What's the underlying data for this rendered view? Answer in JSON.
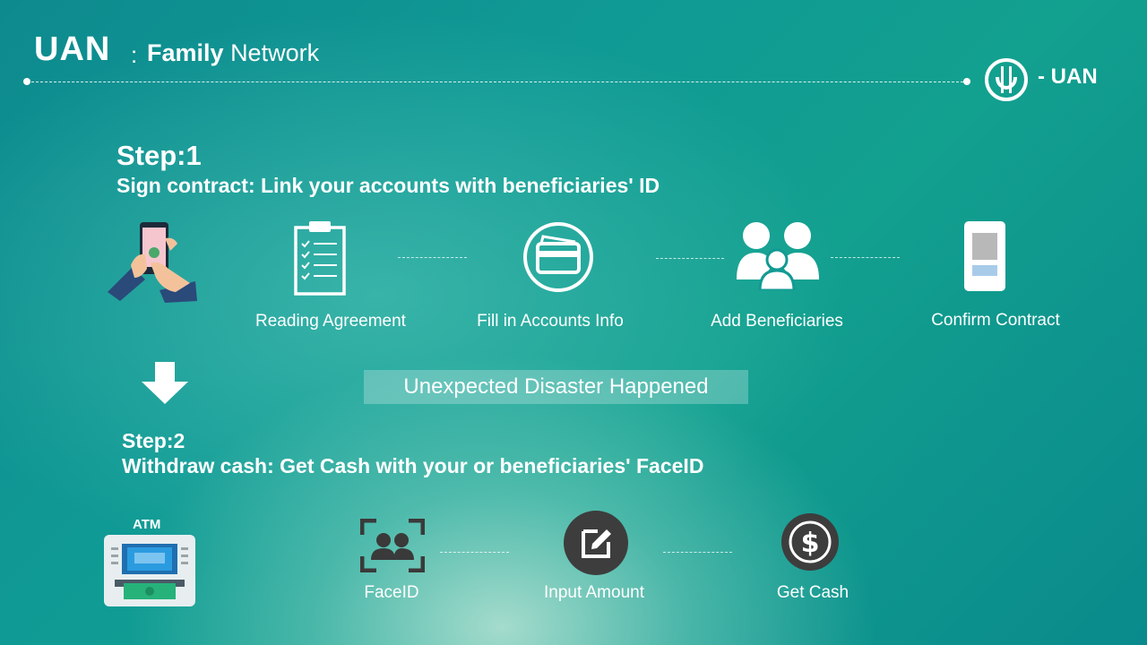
{
  "header": {
    "brand": "UAN",
    "separator": ":",
    "title_bold": "Family",
    "title_rest": "Network",
    "logo_text": "- UAN"
  },
  "step1": {
    "title": "Step:1",
    "subtitle": "Sign contract:  Link your accounts with beneficiaries' ID",
    "items": [
      {
        "label": "Reading Agreement",
        "icon": "clipboard-icon"
      },
      {
        "label": "Fill in Accounts Info",
        "icon": "card-icon"
      },
      {
        "label": "Add Beneficiaries",
        "icon": "family-icon"
      },
      {
        "label": "Confirm Contract",
        "icon": "phone-icon"
      }
    ]
  },
  "banner": "Unexpected Disaster Happened",
  "step2": {
    "title": "Step:2",
    "subtitle": "Withdraw cash: Get Cash with your or beneficiaries' FaceID",
    "atm_label": "ATM",
    "items": [
      {
        "label": "FaceID",
        "icon": "faceid-icon"
      },
      {
        "label": "Input Amount",
        "icon": "edit-icon"
      },
      {
        "label": "Get Cash",
        "icon": "dollar-icon"
      }
    ]
  },
  "colors": {
    "bg_teal": "#0d8a8e",
    "icon_dark": "#3d3d3d",
    "atm_body": "#e8eef0",
    "atm_screen": "#2b9be0",
    "cash_green": "#27b27a"
  }
}
